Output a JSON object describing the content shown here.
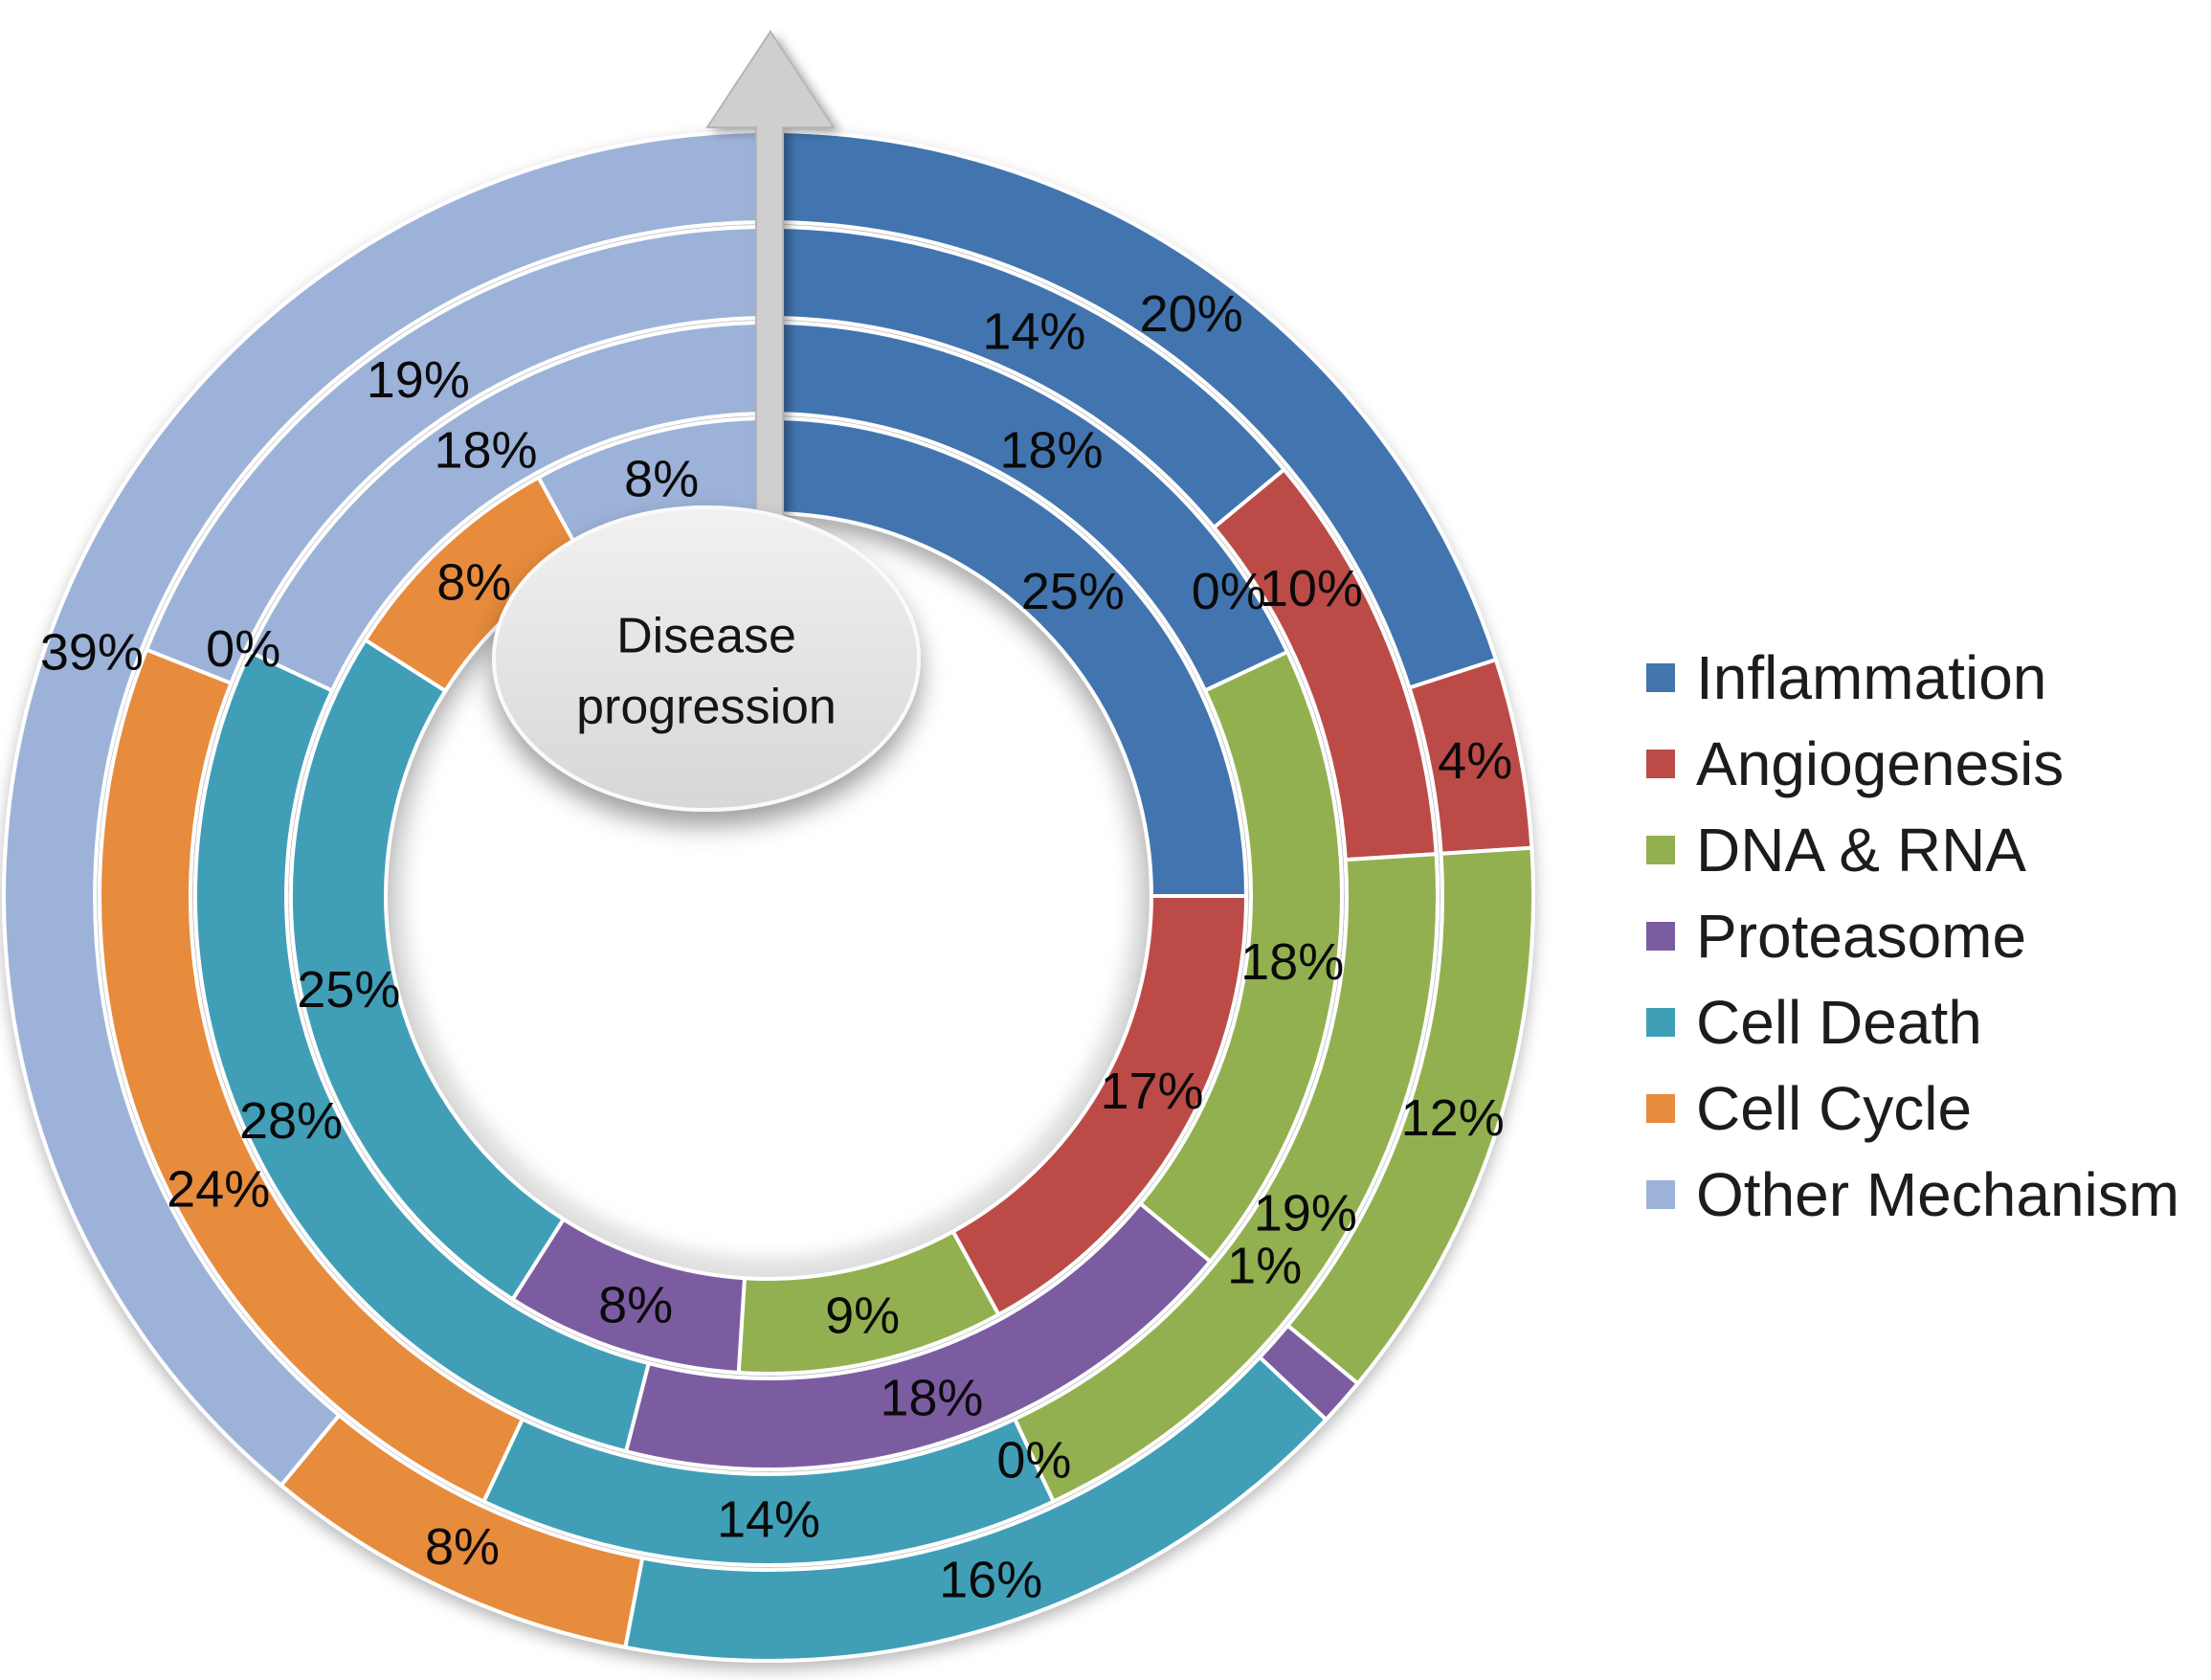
{
  "chart_data": {
    "type": "pie",
    "subtype": "multi_ring_donut",
    "description": "Four concentric doughnut rings of drug-mechanism percentages; rings progress outward along disease progression (arrow through 12 o'clock). Segments start at top and run clockwise.",
    "categories": [
      "Inflammation",
      "Angiogenesis",
      "DNA & RNA",
      "Proteasome",
      "Cell Death",
      "Cell Cycle",
      "Other Mechanism"
    ],
    "colors": [
      "#4375AF",
      "#BC4B47",
      "#92B04F",
      "#7B5CA1",
      "#3F9FB7",
      "#E78B3D",
      "#9DB2D8"
    ],
    "rings": [
      {
        "name": "ring-1-innermost",
        "values": [
          25,
          17,
          9,
          8,
          25,
          8,
          8
        ]
      },
      {
        "name": "ring-2",
        "values": [
          18,
          0,
          18,
          18,
          28,
          0,
          18
        ]
      },
      {
        "name": "ring-3",
        "values": [
          14,
          10,
          19,
          0,
          14,
          24,
          19
        ]
      },
      {
        "name": "ring-4-outermost",
        "values": [
          20,
          4,
          12,
          1,
          16,
          8,
          39
        ]
      }
    ],
    "value_suffix": "%",
    "start_angle_deg": 0,
    "direction": "clockwise",
    "grid": false,
    "legend_position": "right"
  },
  "center_label": {
    "line1": "Disease",
    "line2": "progression"
  },
  "arrow": {
    "meaning": "disease progression axis",
    "direction": "up"
  }
}
